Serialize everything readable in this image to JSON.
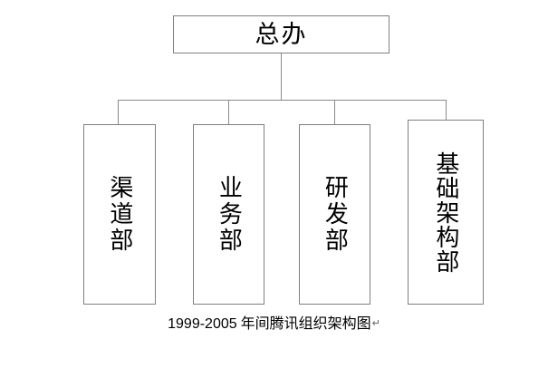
{
  "diagram": {
    "type": "organization-chart",
    "root": {
      "label": "总办"
    },
    "departments": [
      {
        "id": "channel",
        "label": "渠道部"
      },
      {
        "id": "business",
        "label": "业务部"
      },
      {
        "id": "rnd",
        "label": "研发部"
      },
      {
        "id": "infra",
        "label": "基础架构部"
      }
    ]
  },
  "caption": {
    "range": "1999-2005",
    "text": "年间腾讯组织架构图",
    "mark": "↵"
  },
  "colors": {
    "background": "#ffffff",
    "box_border": "#7f7f7f",
    "connector": "#8a8a8a",
    "text": "#000000"
  }
}
